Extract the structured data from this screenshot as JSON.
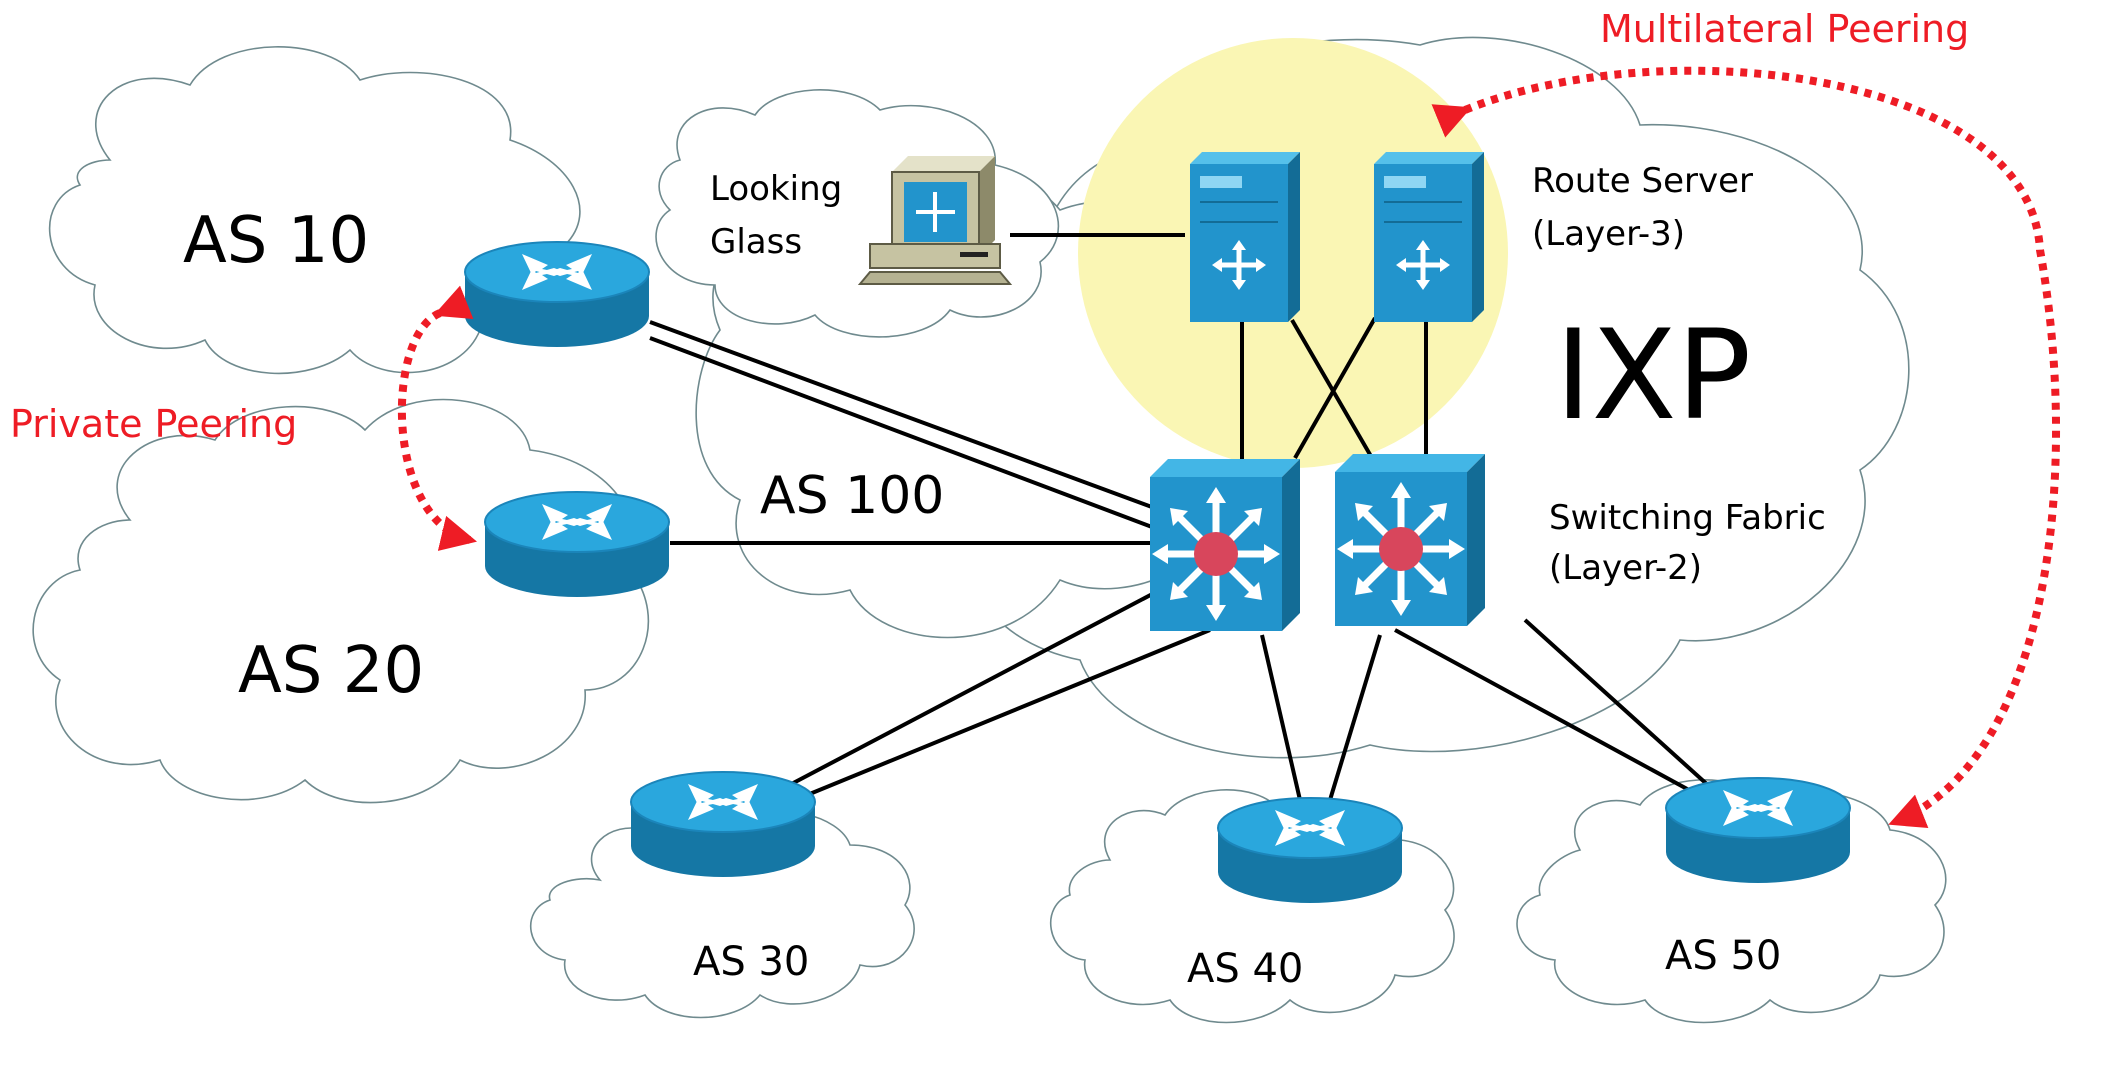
{
  "diagram": {
    "labels": {
      "as10": "AS 10",
      "as20": "AS 20",
      "as30": "AS 30",
      "as40": "AS 40",
      "as50": "AS 50",
      "as100": "AS 100",
      "ixp": "IXP",
      "looking_glass_line1": "Looking",
      "looking_glass_line2": "Glass",
      "route_server_line1": "Route Server",
      "route_server_line2": "(Layer-3)",
      "switching_fabric_line1": "Switching Fabric",
      "switching_fabric_line2": "(Layer-2)",
      "private_peering": "Private Peering",
      "multilateral_peering": "Multilateral Peering"
    },
    "colors": {
      "device_top": "#2aa7dd",
      "device_side": "#1577a5",
      "switch_front": "#2294cc",
      "route_server_halo": "#faf6b4",
      "peering_arrow": "#ee1c25",
      "cloud_stroke": "#6f8a8e",
      "switch_core": "#d8465c"
    },
    "icons": [
      "router-icon",
      "switch-icon",
      "server-icon",
      "workstation-icon",
      "cloud-icon"
    ]
  }
}
